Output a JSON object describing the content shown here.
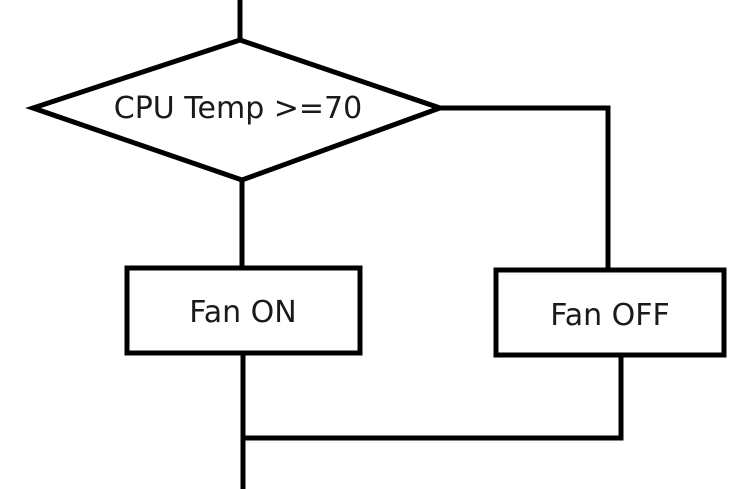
{
  "diagram": {
    "type": "flowchart",
    "nodes": [
      {
        "id": "decision",
        "shape": "diamond",
        "label": "CPU Temp >=70"
      },
      {
        "id": "fan_on",
        "shape": "rectangle",
        "label": "Fan ON"
      },
      {
        "id": "fan_off",
        "shape": "rectangle",
        "label": "Fan OFF"
      }
    ],
    "edges": [
      {
        "from": "entry",
        "to": "decision"
      },
      {
        "from": "decision",
        "to": "fan_on",
        "branch": "bottom"
      },
      {
        "from": "decision",
        "to": "fan_off",
        "branch": "right"
      },
      {
        "from": "fan_on",
        "to": "merge"
      },
      {
        "from": "fan_off",
        "to": "merge"
      },
      {
        "from": "merge",
        "to": "exit"
      }
    ]
  }
}
